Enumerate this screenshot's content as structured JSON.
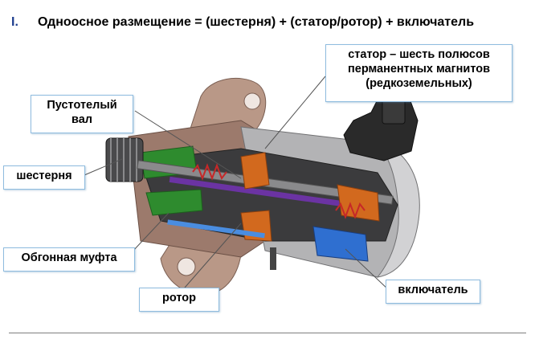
{
  "slide": {
    "numeral": "I.",
    "title": "Одноосное размещение = (шестерня) + (статор/ротор) + включатель"
  },
  "labels": {
    "stator": [
      "статор – шесть полюсов",
      "перманентных магнитов",
      "(редкоземельных)"
    ],
    "hollow_shaft": [
      "Пустотелый",
      "вал"
    ],
    "pinion": "шестерня",
    "overrunning_clutch": "Обгонная муфта",
    "rotor": "ротор",
    "switch": "включатель"
  },
  "colors": {
    "label_border": "#8fbcdf",
    "housing": "#b99887",
    "steel": "#a9a9ab",
    "green": "#2e8b2e",
    "purple": "#6b33a3",
    "blue": "#2f6fd0",
    "orange": "#d2691e"
  }
}
